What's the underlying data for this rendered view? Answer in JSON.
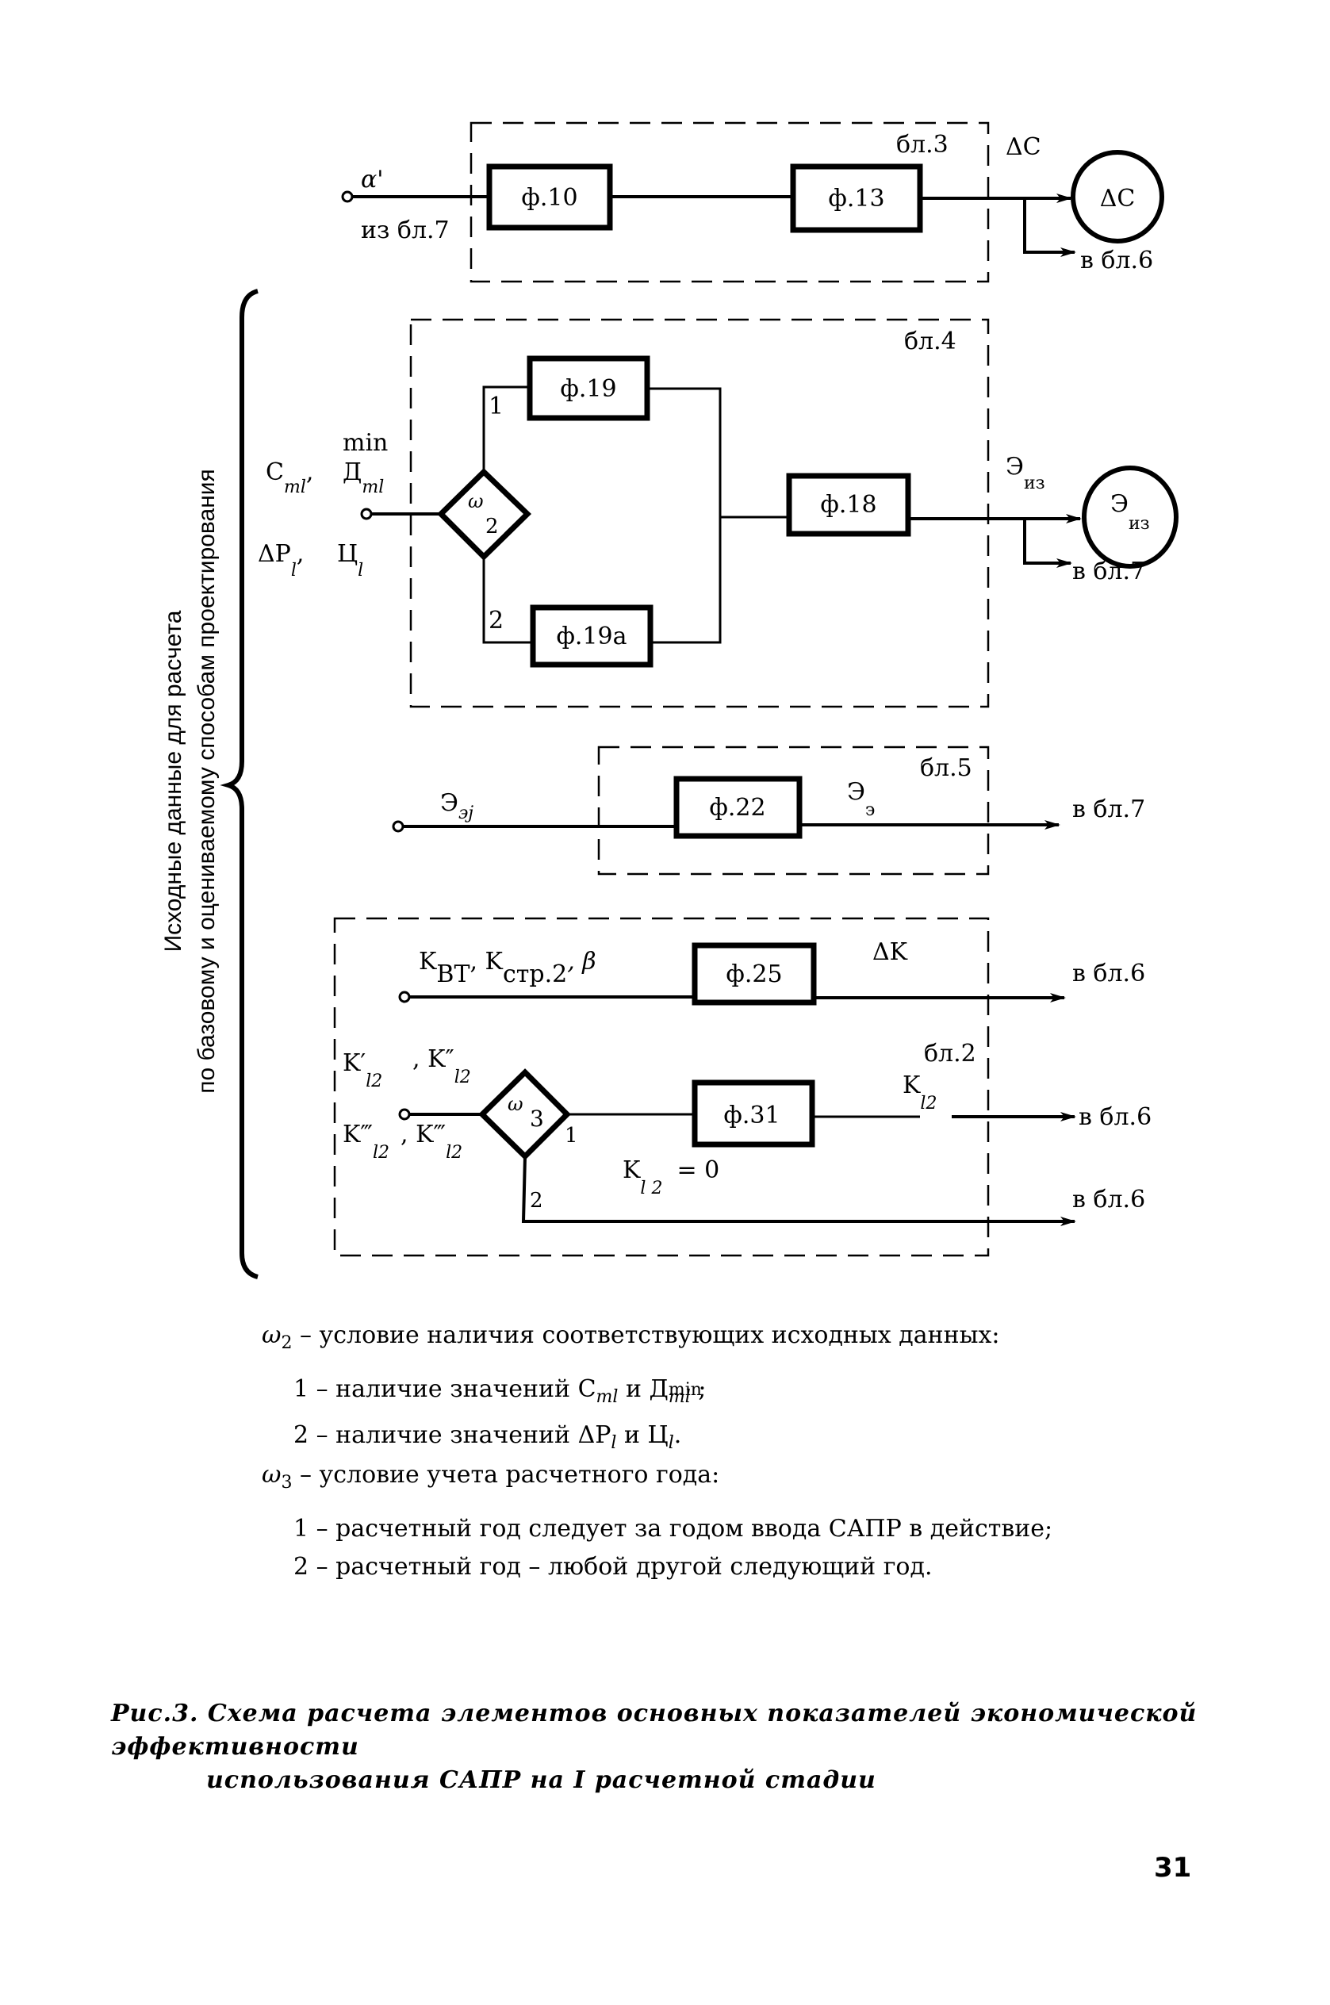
{
  "diagram": {
    "side_label": {
      "line1": "Исходные данные для расчета",
      "line2": "по базовому и оцениваемому способам проектирования"
    },
    "block3": {
      "label": "бл.3",
      "input_label": "α'",
      "input_source": "из бл.7",
      "formulas": [
        "ф.10",
        "ф.13"
      ],
      "output_label": "ΔC",
      "output_node": "ΔC",
      "branch_target": "в бл.6"
    },
    "block4": {
      "label": "бл.4",
      "input_labels": {
        "c": "C",
        "c_sub": "ml",
        "d_sup": "min",
        "d": "Д",
        "d_sub": "ml",
        "dp": "ΔP",
        "dp_sub": "l",
        "ts": "Ц",
        "ts_sub": "l"
      },
      "condition": "ω",
      "condition_sub": "2",
      "branch1": "1",
      "branch2": "2",
      "formulas": [
        "ф.19",
        "ф.19а",
        "ф.18"
      ],
      "output_label": "Э",
      "output_sub": "из",
      "output_node": "Э",
      "output_node_sub": "из",
      "branch_target": "в бл.7"
    },
    "block5": {
      "label": "бл.5",
      "input_label": "Э",
      "input_sub": "эj",
      "formula": "ф.22",
      "output_label": "Э",
      "output_sub": "э",
      "target": "в бл.7"
    },
    "block2": {
      "label": "бл.2",
      "row1_input": "K",
      "row1_input_sub": "ВТ",
      "row1_mid": ", K",
      "row1_mid_sub": "стр.2",
      "row1_end": ", β",
      "row1_formula": "ф.25",
      "row1_output": "ΔK",
      "row1_target": "в бл.6",
      "row2_inputs": [
        "K′",
        "K″",
        "K‴",
        "K‴"
      ],
      "row2_sub": "l2",
      "condition": "ω",
      "condition_sub": "3",
      "branch1": "1",
      "branch2": "2",
      "row2_formula": "ф.31",
      "row2_output": "K",
      "row2_output_sub": "l2",
      "row2_target": "в бл.6",
      "zero_label": "K",
      "zero_sub": "l 2",
      "zero_value": "= 0",
      "row3_target": "в бл.6"
    }
  },
  "legend": {
    "w2_sym": "ω",
    "w2_sub": "2",
    "w2_text": "– условие наличия соответствующих исходных данных:",
    "w2_item1_prefix": "1 – наличие значений C",
    "w2_item1_sub1": "ml",
    "w2_item1_mid": " и Д",
    "w2_item1_sup2": "min",
    "w2_item1_sub2": "ml",
    "w2_item1_end": " ;",
    "w2_item2_prefix": "2 – наличие значений ΔP",
    "w2_item2_sub1": "l",
    "w2_item2_mid": " и Ц",
    "w2_item2_sub2": "l",
    "w2_item2_end": ".",
    "w3_sym": "ω",
    "w3_sub": "3",
    "w3_text": "– условие учета расчетного года:",
    "w3_item1": "1 – расчетный год следует за годом ввода САПР в действие;",
    "w3_item2": "2 – расчетный год – любой другой следующий год."
  },
  "caption": {
    "line1": "Рис.3. Схема расчета элементов основных показателей экономической эффективности",
    "line2": "использования САПР на I расчетной стадии"
  },
  "page_number": "31"
}
